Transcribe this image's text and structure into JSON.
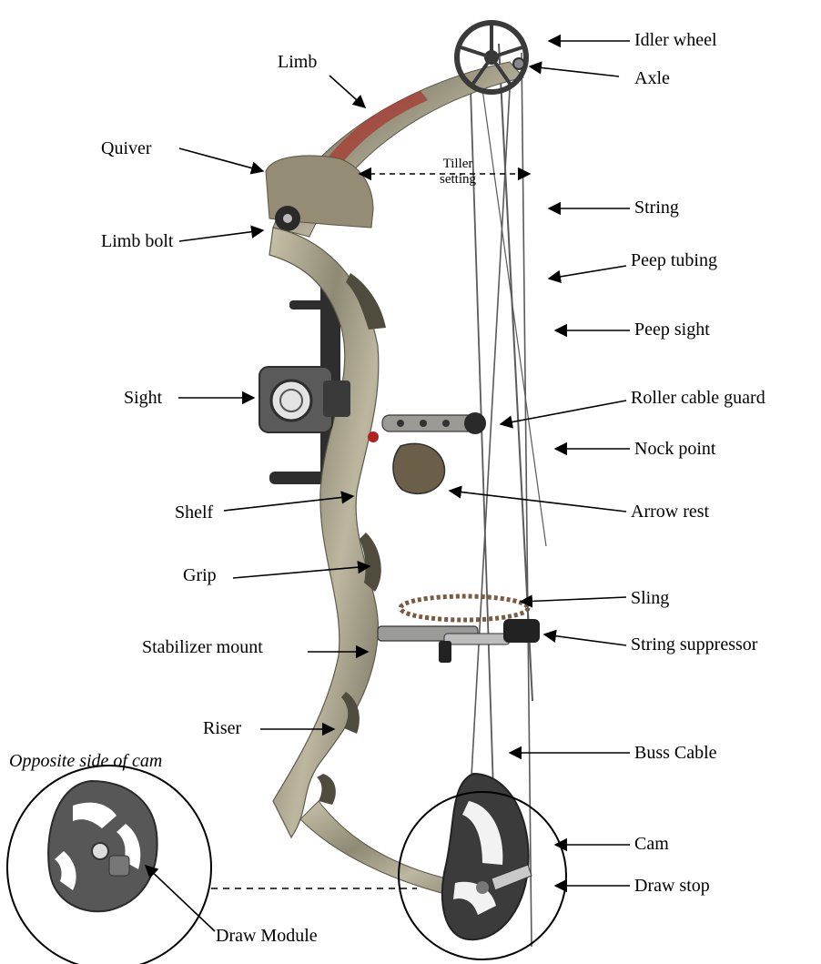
{
  "labels": {
    "idler_wheel": "Idler wheel",
    "axle": "Axle",
    "limb": "Limb",
    "quiver": "Quiver",
    "tiller_setting_line1": "Tiller",
    "tiller_setting_line2": "setting",
    "string": "String",
    "limb_bolt": "Limb bolt",
    "peep_tubing": "Peep tubing",
    "peep_sight": "Peep sight",
    "sight": "Sight",
    "roller_cable_guard": "Roller cable guard",
    "nock_point": "Nock point",
    "shelf": "Shelf",
    "arrow_rest": "Arrow rest",
    "grip": "Grip",
    "sling": "Sling",
    "stabilizer_mount": "Stabilizer mount",
    "string_suppressor": "String  suppressor",
    "riser": "Riser",
    "buss_cable": "Buss Cable",
    "opposite_side_of_cam": "Opposite side of cam",
    "cam": "Cam",
    "draw_stop": "Draw stop",
    "draw_module": "Draw Module"
  },
  "colors": {
    "camo_light": "#b9b29a",
    "camo_dark": "#4c4c3c",
    "limb_red": "#a5443a",
    "cam_metal": "#3d3d3d",
    "string": "#555555"
  }
}
